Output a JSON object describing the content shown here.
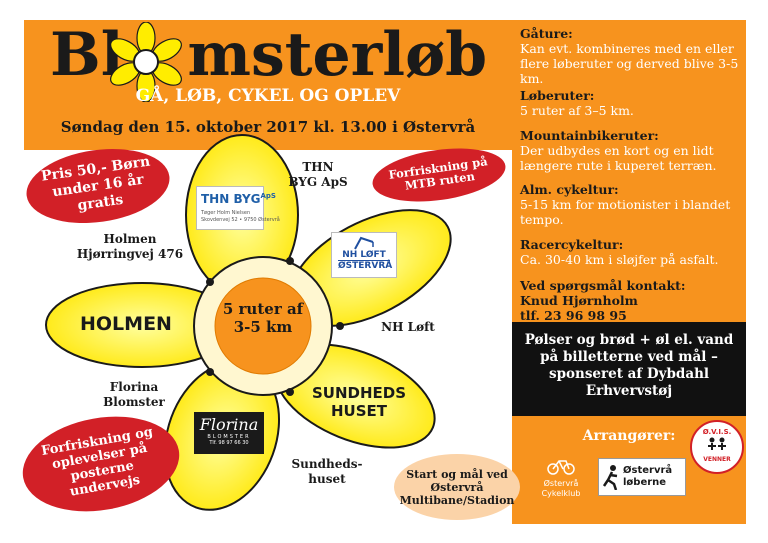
{
  "header": {
    "title_before": "Bl",
    "title_after": "msterløb",
    "subtitle": "GÅ, LØB, CYKEL OG OPLEV",
    "date_line": "Søndag den 15. oktober 2017 kl. 13.00 i Østervrå"
  },
  "price_oval": {
    "text": "Pris 50,- Børn under 16 år gratis"
  },
  "mtb_oval": {
    "text": "Forfriskning på MTB ruten"
  },
  "refresh_oval": {
    "text": "Forfriskning og oplevelser på posterne undervejs"
  },
  "start_oval": {
    "text": "Start og mål ved Østervrå Multibane/Stadion"
  },
  "flower": {
    "center_text": "5 ruter af 3-5 km",
    "petal_holmen": "HOLMEN",
    "petal_sundheds_line1": "SUNDHEDS",
    "petal_sundheds_line2": "HUSET",
    "thn_logo": "THN BYG",
    "thn_logo_suffix": "ApS",
    "thn_logo_sub1": "Tøger Holm Nielsen",
    "thn_logo_sub2": "Skovdenvej 52 • 9750 Østervrå",
    "nh_logo_line1": "NH LØFT",
    "nh_logo_line2": "ØSTERVRÅ",
    "florina_logo": "Florina",
    "florina_sub": "BLOMSTER",
    "florina_phone": "Tlf. 98 97 66 30"
  },
  "station_labels": {
    "thn": "THN BYG ApS",
    "holmen": "Holmen Hjørringvej 476",
    "nh": "NH Løft",
    "florina": "Florina Blomster",
    "sundhedshuset": "Sundheds- huset"
  },
  "info": [
    {
      "q": "Gåture:",
      "a": "Kan evt. kombineres med en eller flere løberuter og derved blive 3-5 km."
    },
    {
      "q": "Løberuter:",
      "a": "5 ruter af 3–5 km."
    },
    {
      "q": "Mountainbikeruter:",
      "a": "Der udbydes en kort og en lidt længere rute i kuperet terræn."
    },
    {
      "q": "Alm. cykeltur:",
      "a": "5-15 km for motionister i blandet tempo."
    },
    {
      "q": "Racercykeltur:",
      "a": "Ca. 30-40 km i sløjfer på asfalt."
    }
  ],
  "contact": {
    "q": "Ved spørgsmål kontakt:",
    "name": "Knud Hjørnholm",
    "phone": "tlf. 23 96 98 95"
  },
  "sponsor_text": "Pølser og brød + øl el. vand på billetterne ved mål – sponseret af Dybdahl Erhvervstøj",
  "arrangers": {
    "label": "Arrangører:",
    "logo1_line1": "Østervrå",
    "logo1_line2": "Cykelklub",
    "logo2_line1": "Østervrå",
    "logo2_line2": "løberne",
    "logo3_top": "Ø.V.I.S.",
    "logo3_bottom": "VENNER"
  },
  "colors": {
    "orange": "#f7931e",
    "red": "#d22027",
    "yellow": "#ffed00",
    "black": "#111111"
  }
}
